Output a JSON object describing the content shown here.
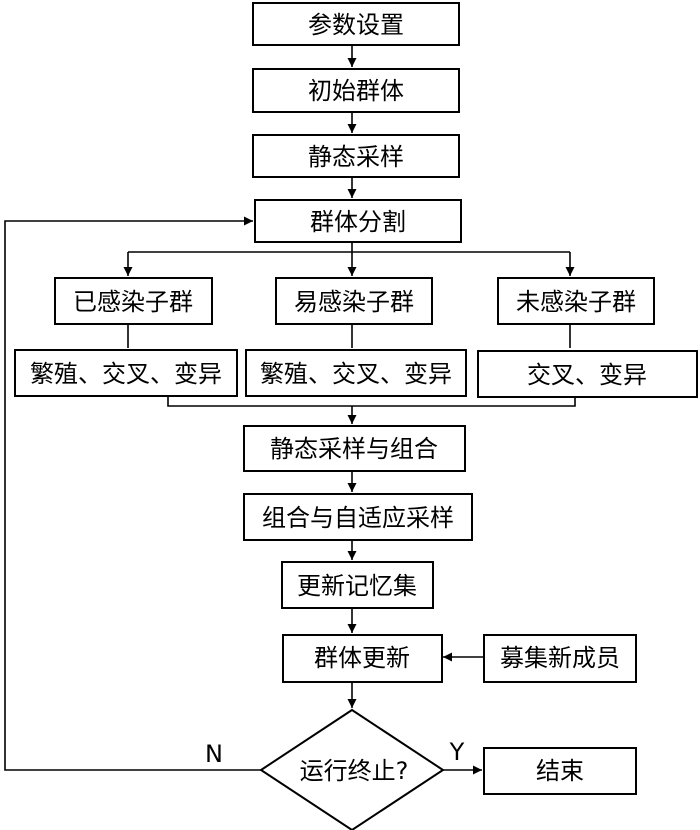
{
  "flowchart": {
    "nodes": {
      "param_setup": "参数设置",
      "init_population": "初始群体",
      "static_sampling": "静态采样",
      "population_split": "群体分割",
      "infected_subgroup": "已感染子群",
      "susceptible_subgroup": "易感染子群",
      "uninfected_subgroup": "未感染子群",
      "ops_infected": "繁殖、交叉、变异",
      "ops_susceptible": "繁殖、交叉、变异",
      "ops_uninfected": "交叉、变异",
      "static_sampling_combine": "静态采样与组合",
      "combine_adaptive": "组合与自适应采样",
      "update_memory": "更新记忆集",
      "population_update": "群体更新",
      "recruit": "募集新成员",
      "terminate": "运行终止?",
      "end": "结束"
    },
    "branch_labels": {
      "no": "N",
      "yes": "Y"
    }
  }
}
